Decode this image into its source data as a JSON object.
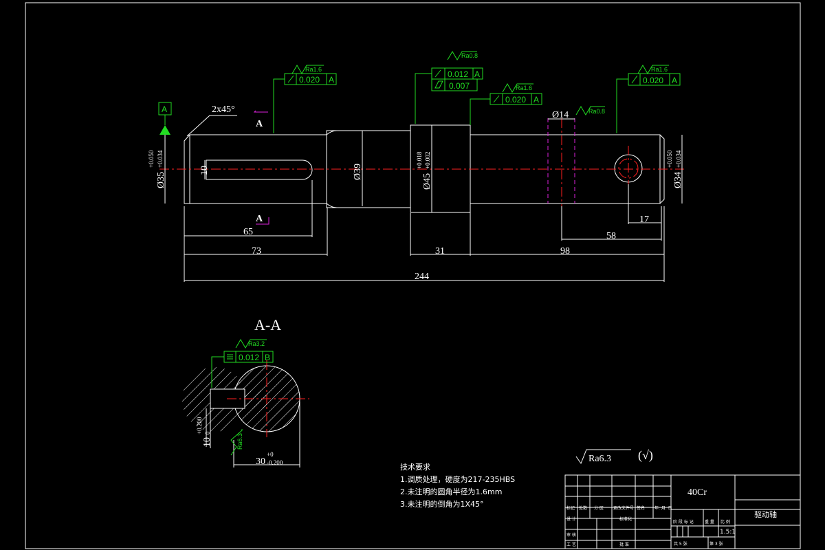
{
  "drawing": {
    "section_title": "A-A",
    "datum_a_label": "A",
    "section_mark_top": "A",
    "section_mark_bottom": "A",
    "chamfer": "2x45°",
    "dims": {
      "d244": "244",
      "d73": "73",
      "d65": "65",
      "d31": "31",
      "d98": "98",
      "d58": "58",
      "d17": "17",
      "d10": "10",
      "d39": "Ø39",
      "d14": "Ø14",
      "left_dia": "Ø35",
      "left_tol_up": "+0.050",
      "left_tol_lo": "+0.034",
      "mid_dia": "Ø45",
      "mid_tol_up": "+0.018",
      "mid_tol_lo": "+0.002",
      "right_dia": "Ø34",
      "right_tol_up": "+0.050",
      "right_tol_lo": "+0.034",
      "sec_depth": "10",
      "sec_depth_up": "+0.200",
      "sec_depth_lo": "0",
      "sec_width": "30",
      "sec_width_up": "+0",
      "sec_width_lo": "-0.200"
    },
    "gdt": {
      "left_ra": "Ra1.6",
      "left_val": "0.020",
      "left_datum": "A",
      "mid_ra": "Ra0.8",
      "mid_val1": "0.012",
      "mid_datum1": "A",
      "mid_val2": "0.007",
      "shoulder_ra": "Ra1.6",
      "shoulder_val": "0.020",
      "shoulder_datum": "A",
      "right_ra": "Ra1.6",
      "right_val": "0.020",
      "right_datum": "A",
      "hole_ra": "Ra0.8",
      "sec_ra": "Ra3.2",
      "sec_val": "0.012",
      "sec_datum": "B",
      "sec_side_ra": "Ra6.3"
    },
    "general_roughness": "Ra6.3",
    "general_roughness_suffix": "(√)"
  },
  "notes": {
    "title": "技术要求",
    "items": [
      "1.调质处理，硬度为217-235HBS",
      "2.未注明的圆角半径为1.6mm",
      "3.未注明的倒角为1X45°"
    ]
  },
  "title_block": {
    "material": "40Cr",
    "part_name": "驱动轴",
    "scale": "1.5:1",
    "row_labels": [
      "标记",
      "处数",
      "分 区",
      "更改文件号",
      "签名",
      "年. 月. 日"
    ],
    "design": "设 计",
    "standardize": "标准化",
    "stage_labels": [
      "阶 段 标 记",
      "重 量",
      "比 例"
    ],
    "review": "审 核",
    "process": "工 艺",
    "approve": "批 准",
    "sheets": "共 5 张",
    "sheet_no": "第 3 张"
  }
}
